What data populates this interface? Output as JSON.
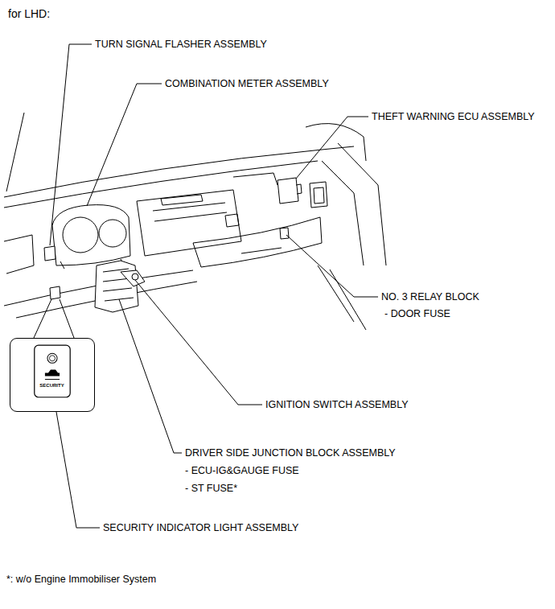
{
  "diagram": {
    "title": "for LHD:",
    "nodes": [
      {
        "text": [
          "SECURITY"
        ]
      }
    ],
    "labels": [
      "TURN SIGNAL FLASHER ASSEMBLY",
      "COMBINATION METER ASSEMBLY",
      "THEFT WARNING ECU ASSEMBLY",
      "NO. 3 RELAY BLOCK",
      "- DOOR FUSE",
      "IGNITION SWITCH ASSEMBLY",
      "DRIVER SIDE JUNCTION BLOCK ASSEMBLY",
      "- ECU-IG&GAUGE FUSE",
      "- ST FUSE*",
      "SECURITY INDICATOR LIGHT ASSEMBLY",
      "*: w/o Engine Immobiliser System"
    ]
  }
}
